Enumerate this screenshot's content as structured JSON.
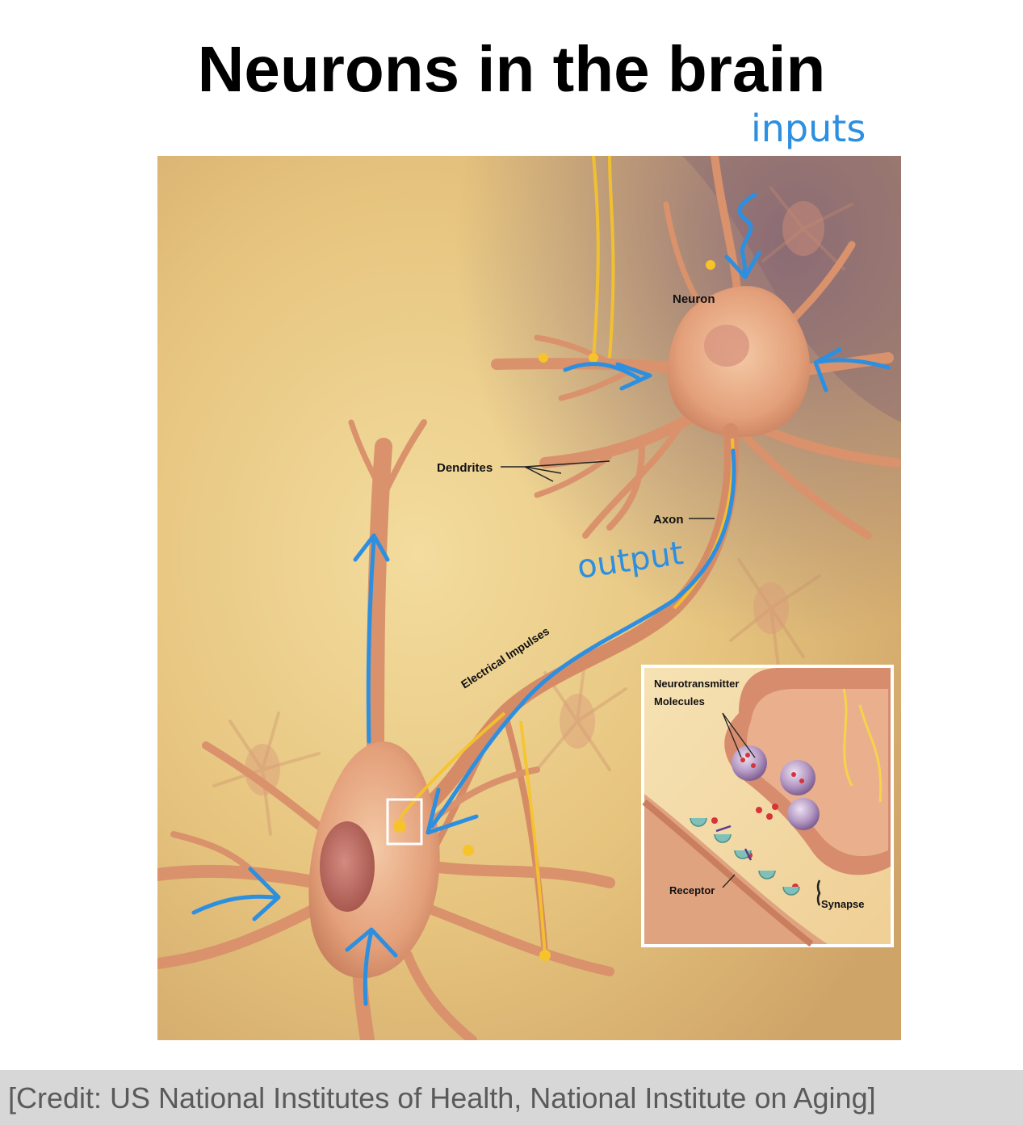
{
  "slide": {
    "title": "Neurons in the brain",
    "credit": "[Credit: US National Institutes of Health, National Institute on Aging]"
  },
  "illustration_labels": {
    "neuron": "Neuron",
    "dendrites": "Dendrites",
    "axon": "Axon",
    "electrical_impulses": "Electrical Impulses",
    "neurotransmitter_line1": "Neurotransmitter",
    "neurotransmitter_line2": "Molecules",
    "receptor": "Receptor",
    "synapse": "Synapse"
  },
  "annotations": {
    "inputs": "inputs",
    "output": "output"
  },
  "colors": {
    "annotation_blue": "#2d8fe0",
    "background_tan": "#e8c98a",
    "neuron_body": "#e2a27a",
    "neuron_dark": "#b86a4a",
    "impulse_yellow": "#f6c42a"
  }
}
